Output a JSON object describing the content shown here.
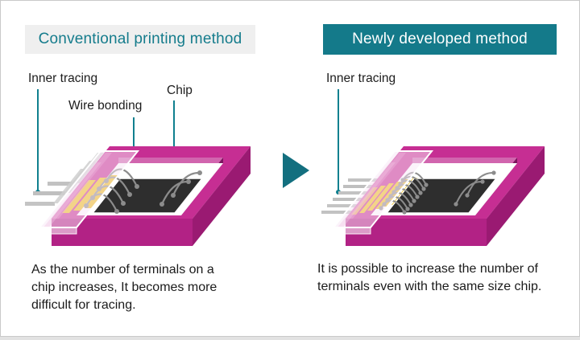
{
  "panels": {
    "left": {
      "header": "Conventional printing method",
      "labels": {
        "inner_tracing": "Inner tracing",
        "wire_bonding": "Wire bonding",
        "chip": "Chip"
      },
      "caption": "As the number of terminals on a chip increases, It becomes more difficult for tracing."
    },
    "right": {
      "header": "Newly developed method",
      "labels": {
        "inner_tracing": "Inner tracing"
      },
      "caption": "It is possible to increase the number of terminals even with the same size chip."
    }
  },
  "divider": {
    "arrow_icon": "right-triangle"
  },
  "colors": {
    "teal_accent": "#147a8a",
    "teal_text": "#157c8c",
    "header_gray_bg": "#efefef",
    "package_top": "#c62e93",
    "package_front": "#b22285",
    "package_side": "#9a1a72",
    "pad_yellow": "#efc11b",
    "chip_dark": "#2e2e2e",
    "trace_gray": "#c2c2c2",
    "wire_gray": "#8c8c8c",
    "text": "#1c1c1c",
    "card_border": "#c9c9c9",
    "page_bg": "#e2e2e2"
  }
}
